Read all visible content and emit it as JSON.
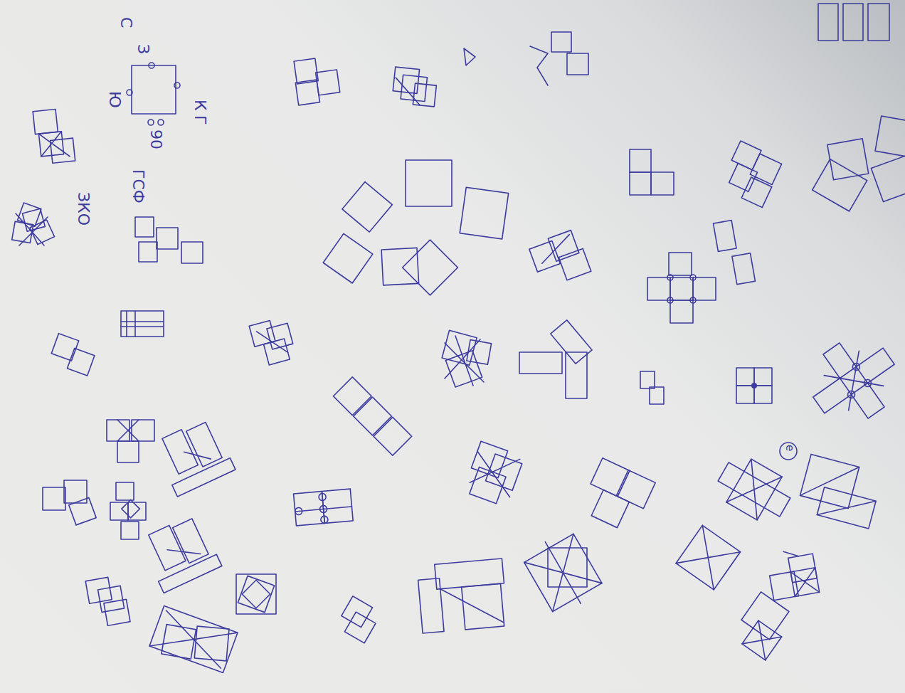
{
  "diagram": {
    "labels": [
      "С",
      "З",
      "Ю",
      "К",
      "Г",
      "90",
      "ГСФ",
      "ЗКО",
      "е"
    ]
  }
}
